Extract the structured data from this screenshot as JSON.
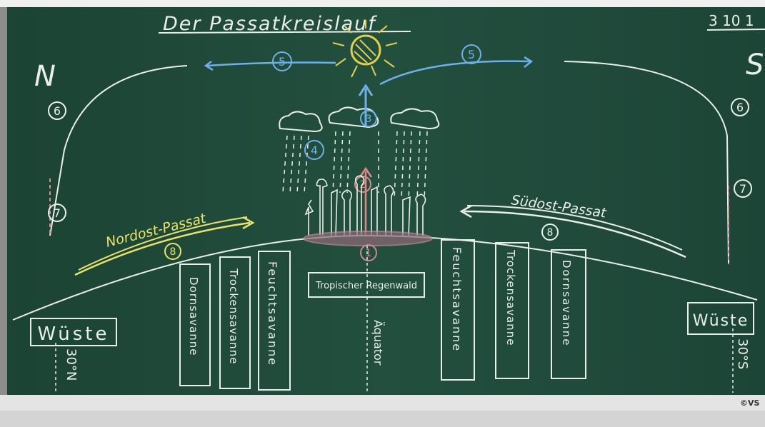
{
  "board": {
    "title": "Der Passatkreislauf",
    "date": "3 10 1",
    "corner_logo": "©VS"
  },
  "hemispheres": {
    "north": "N",
    "south": "S"
  },
  "winds": {
    "northeast": "Nordost-Passat",
    "southeast": "Südost-Passat"
  },
  "step_numbers": {
    "ground": "1",
    "rise": "2",
    "upper_rise": "3",
    "rain": "4",
    "upper_left": "5",
    "upper_right": "5",
    "descent_left": "6",
    "descent_right": "6",
    "fall_left": "7",
    "fall_right": "7",
    "trade_left": "8",
    "trade_right": "8"
  },
  "zones": {
    "desert_north": "Wüste",
    "desert_south": "Wüste",
    "lat_north": "30°N",
    "lat_south": "30°S",
    "rainforest": "Tropischer Regenwald",
    "equator": "Äquator",
    "left_1": "Dornsavanne",
    "left_2": "Trockensavanne",
    "left_3": "Feuchtsavanne",
    "right_1": "Feuchtsavanne",
    "right_2": "Trockensavanne",
    "right_3": "Dornsavanne"
  },
  "colors": {
    "board": "#1f4a3a",
    "chalk": "#e8efe9",
    "blue": "#6fb0e8",
    "yellow": "#e8e36a",
    "red": "#d98a8a",
    "sun": "#e4cf4a",
    "rock": "#c88a9a"
  }
}
